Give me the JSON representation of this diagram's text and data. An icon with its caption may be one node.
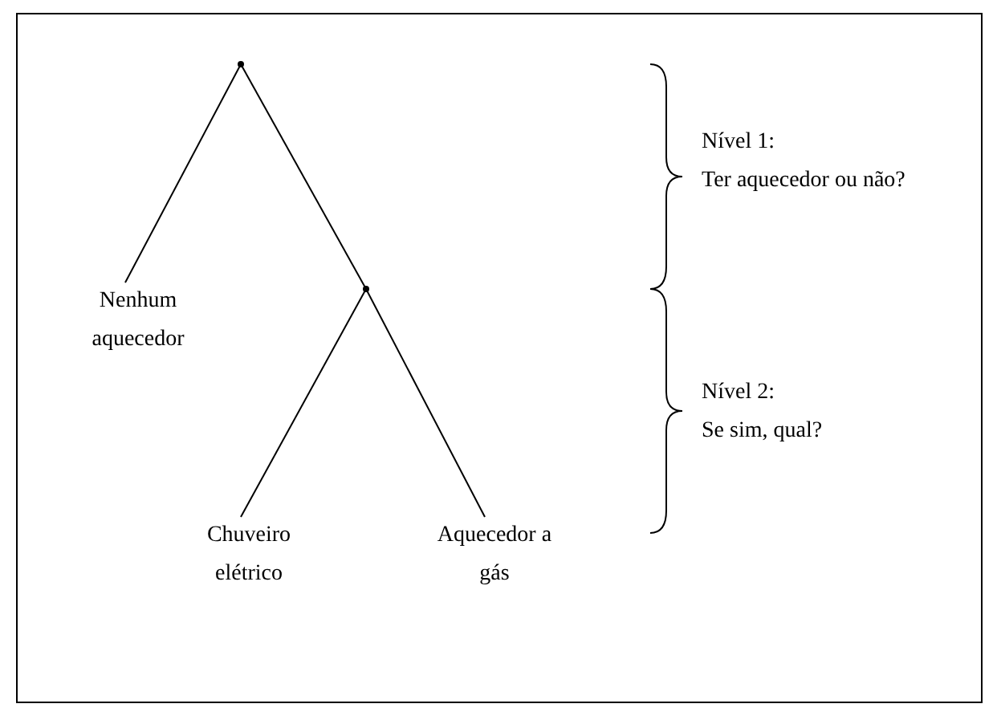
{
  "diagram": {
    "nodes": [
      {
        "text": [],
        "shape": "point"
      },
      {
        "text": [],
        "shape": "point"
      },
      {
        "text": [
          "Nenhum aquecedor"
        ]
      },
      {
        "text": [
          "Chuveiro elétrico"
        ]
      },
      {
        "text": [
          "Aquecedor a gás"
        ]
      }
    ],
    "edges": [
      {
        "from": 0,
        "to": 2,
        "arrow": "none"
      },
      {
        "from": 0,
        "to": 1,
        "arrow": "none"
      },
      {
        "from": 1,
        "to": 3,
        "arrow": "none"
      },
      {
        "from": 1,
        "to": 4,
        "arrow": "none"
      }
    ],
    "labels": [
      "Nível 1:",
      "Ter aquecedor ou não?",
      "Nível 2:",
      "Se sim, qual?"
    ]
  }
}
